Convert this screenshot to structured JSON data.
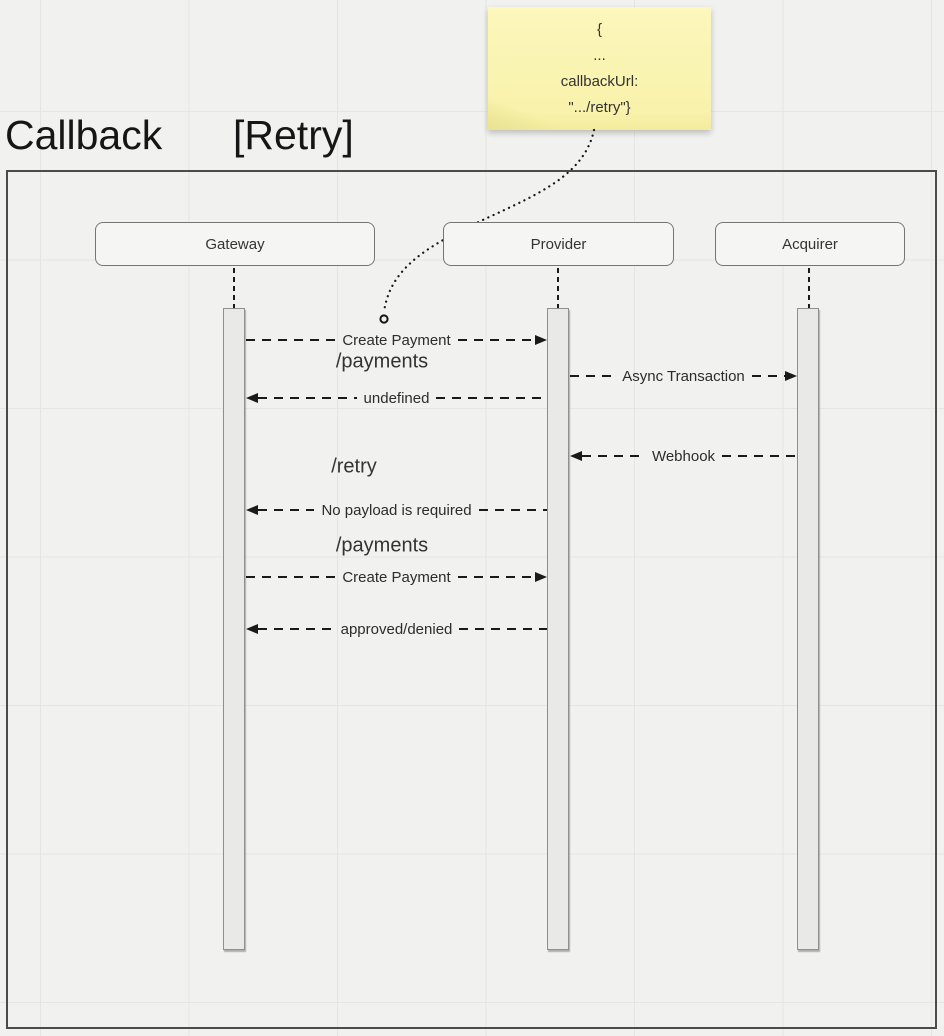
{
  "title": {
    "text": "Callback",
    "qualifier": "[Retry]"
  },
  "sticky_note": {
    "lines": [
      "{",
      "...",
      "callbackUrl:",
      "\".../retry\"}"
    ]
  },
  "actors": [
    {
      "id": "gateway",
      "label": "Gateway"
    },
    {
      "id": "provider",
      "label": "Provider"
    },
    {
      "id": "acquirer",
      "label": "Acquirer"
    }
  ],
  "messages": [
    {
      "label": "Create Payment",
      "from": "Gateway",
      "to": "Provider",
      "style": "dashed"
    },
    {
      "label": "Async Transaction",
      "from": "Provider",
      "to": "Acquirer",
      "style": "dashed"
    },
    {
      "label": "undefined",
      "from": "Provider",
      "to": "Gateway",
      "style": "dashed"
    },
    {
      "label": "Webhook",
      "from": "Acquirer",
      "to": "Provider",
      "style": "dashed"
    },
    {
      "label": "No payload is required",
      "from": "Provider",
      "to": "Gateway",
      "style": "dashed"
    },
    {
      "label": "Create Payment",
      "from": "Gateway",
      "to": "Provider",
      "style": "dashed"
    },
    {
      "label": "approved/denied",
      "from": "Provider",
      "to": "Gateway",
      "style": "dashed"
    }
  ],
  "endpoint_labels": [
    {
      "text": "/payments"
    },
    {
      "text": "/retry"
    },
    {
      "text": "/payments"
    }
  ],
  "colors": {
    "canvas_bg": "#f1f1f0",
    "grid_line": "#e5e5e3",
    "frame_border": "#4b4b4b",
    "note_bg": "#f8f2ab",
    "actor_fill": "#f5f5f3",
    "activation_fill": "#e9e9e7",
    "line": "#1a1a1a",
    "text": "#2c2c2c"
  }
}
